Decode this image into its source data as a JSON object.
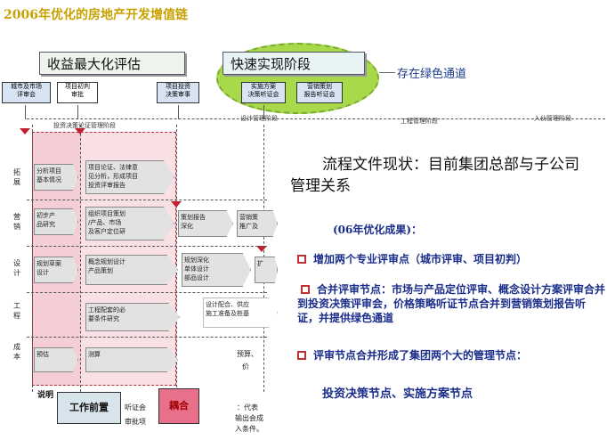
{
  "title": "2006年优化的房地产开发增值链",
  "phases": {
    "phase1": "收益最大化评估",
    "phase2": "快速实现阶段"
  },
  "green_note": "存在绿色通道",
  "review_boxes": {
    "city_market": "城市及市场\n评审会",
    "project_initial": "项目初判\n审批",
    "project_invest": "项目投资\n决策审事",
    "plan_decision": "实施方案\n决策听证会",
    "marketing_plan": "营销策划\n报告听证会"
  },
  "stage_labels": {
    "invest_demo": "投资决策论证管理阶段",
    "design_mgmt": "设计管理阶段",
    "engineering_mgmt": "工程管理阶段",
    "move_in_mgmt": "入伙管理阶段"
  },
  "row_labels": {
    "expand": "拓\n展",
    "marketing": "营\n销",
    "design": "设\n计",
    "engineering": "工\n程",
    "cost": "成\n本"
  },
  "cells": {
    "expand_1": "分析项目\n基本情况",
    "expand_2": "项目论证、法律意\n见分析，形成项目\n投资评审报告",
    "marketing_1": "初步产\n品研究",
    "marketing_2": "组织项目策划\n/产品、市场\n及客户定位研",
    "marketing_3": "策划报告\n深化",
    "marketing_4": "营销策\n推广及",
    "design_1": "规划草案\n设计",
    "design_2": "概念规划设计\n产品策划",
    "design_3": "规划深化\n单体设计\n部品设计",
    "design_4": "扩",
    "engineering_1": "工程配套的必\n要条件研究",
    "engineering_2": "设计配合、供应\n施工准备及桩基",
    "cost_1": "预估",
    "cost_2": "测算",
    "cost_3": "预算、",
    "cost_4": "价"
  },
  "bottom_partial": {
    "legend_left": "说明",
    "line1": "听证会",
    "line2": "审批项",
    "right1": "：代表",
    "right2": "输出会成",
    "right3": "入条件。"
  },
  "bottom_boxes": {
    "prework": "工作前置",
    "coupling": "耦合"
  },
  "panel": {
    "heading": "流程文件现状：目前集团总部与子公司管理关系",
    "sub": "(06年优化成果)：",
    "bullet1": "增加两个专业评审点（城市评审、项目初判）",
    "bullet2": "合并评审节点：市场与产品定位评审、概念设计方案评审合并到投资决策评审会，价格策略听证节点合并到营销策划报告听证，并提供绿色通道",
    "bullet3": "评审节点合并形成了集团两个大的管理节点：",
    "conclusion": "投资决策节点、实施方案节点"
  },
  "colors": {
    "title": "#c8a000",
    "panel_text": "#1a2d8a",
    "green": "#a7d94a",
    "pink": "#f2c6cd",
    "red_box": "#e0607a"
  }
}
